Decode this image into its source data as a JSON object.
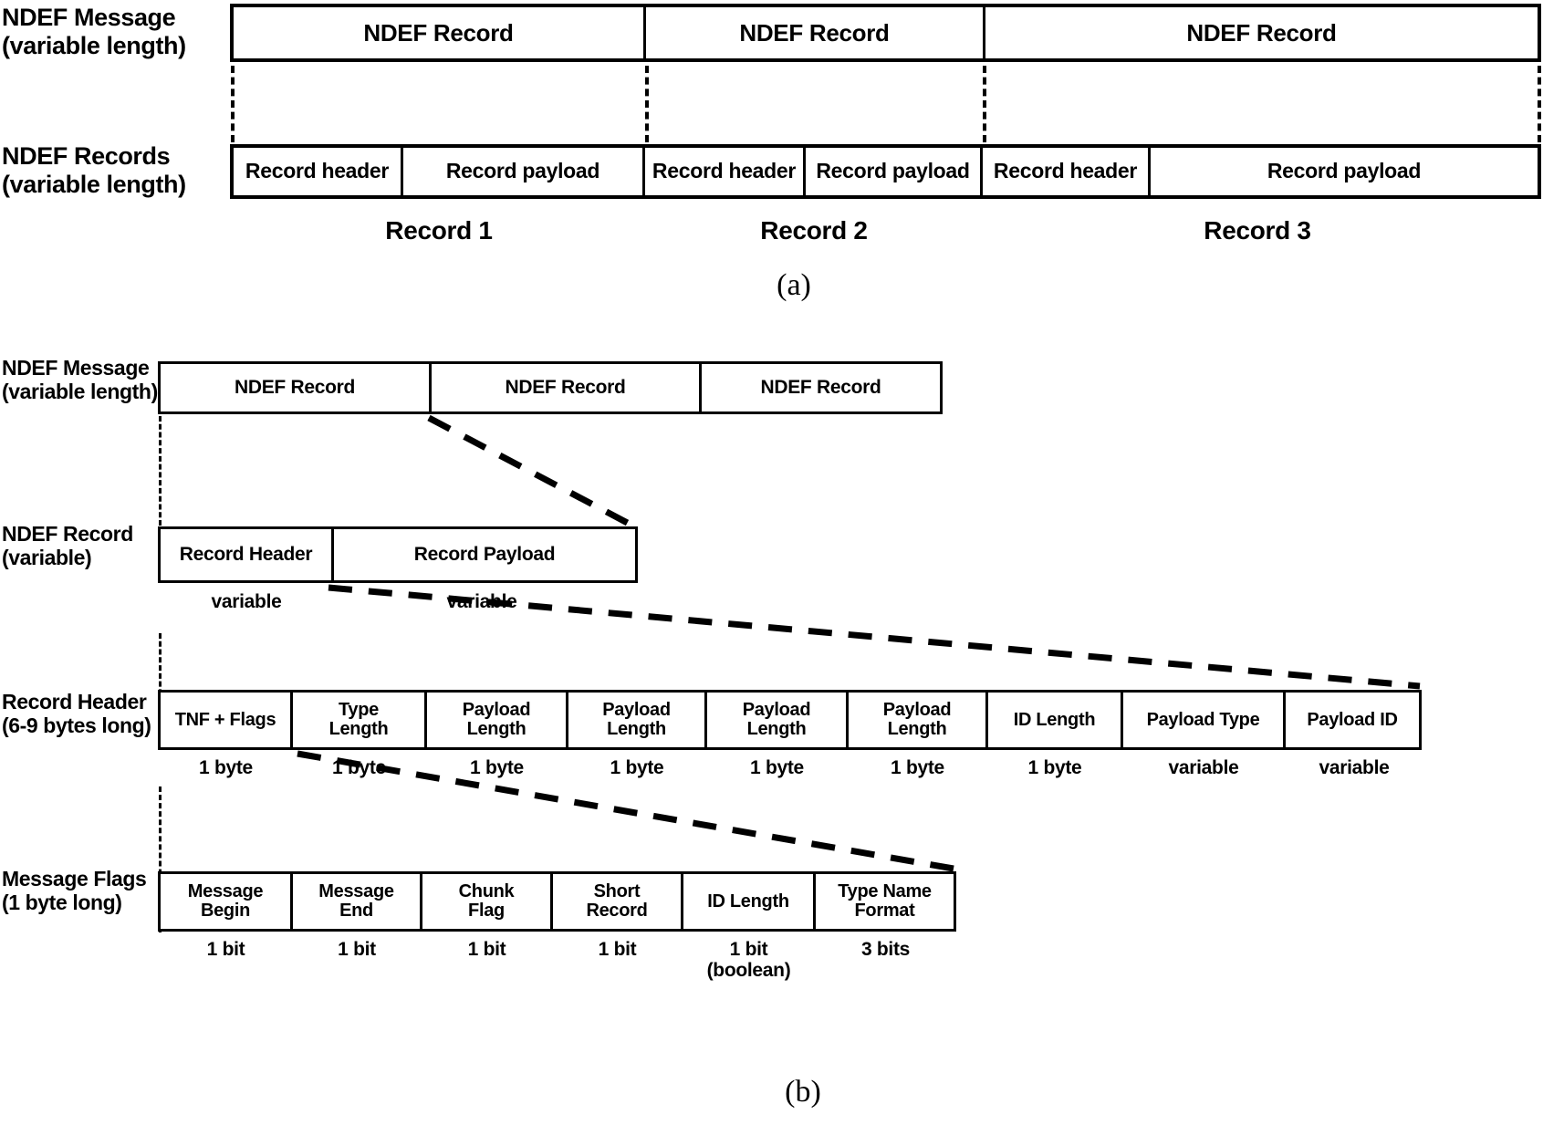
{
  "figure": {
    "panel_a_caption": "(a)",
    "panel_b_caption": "(b)"
  },
  "panel_a": {
    "row_labels": [
      {
        "line1": "NDEF Message",
        "line2": "(variable length)"
      },
      {
        "line1": "NDEF Records",
        "line2": "(variable length)"
      }
    ],
    "message_row": {
      "cells": [
        {
          "label": "NDEF Record"
        },
        {
          "label": "NDEF Record"
        },
        {
          "label": "NDEF Record"
        }
      ]
    },
    "records_row": {
      "cells": [
        {
          "label": "Record header"
        },
        {
          "label": "Record payload"
        },
        {
          "label": "Record header"
        },
        {
          "label": "Record payload"
        },
        {
          "label": "Record header"
        },
        {
          "label": "Record payload"
        }
      ]
    },
    "record_captions": [
      "Record 1",
      "Record 2",
      "Record 3"
    ]
  },
  "panel_b": {
    "rows": [
      {
        "label_line1": "NDEF Message",
        "label_line2": "(variable length)",
        "cells": [
          {
            "label": "NDEF Record"
          },
          {
            "label": "NDEF Record"
          },
          {
            "label": "NDEF Record"
          }
        ],
        "captions": []
      },
      {
        "label_line1": "NDEF Record",
        "label_line2": "(variable)",
        "cells": [
          {
            "label": "Record Header"
          },
          {
            "label": "Record Payload"
          }
        ],
        "captions": [
          "variable",
          "variable"
        ]
      },
      {
        "label_line1": "Record Header",
        "label_line2": "(6-9 bytes long)",
        "cells": [
          {
            "label": "TNF + Flags"
          },
          {
            "label_line1": "Type",
            "label_line2": "Length"
          },
          {
            "label_line1": "Payload",
            "label_line2": "Length"
          },
          {
            "label_line1": "Payload",
            "label_line2": "Length"
          },
          {
            "label_line1": "Payload",
            "label_line2": "Length"
          },
          {
            "label_line1": "Payload",
            "label_line2": "Length"
          },
          {
            "label": "ID Length"
          },
          {
            "label": "Payload Type"
          },
          {
            "label": "Payload ID"
          }
        ],
        "captions": [
          "1 byte",
          "1 byte",
          "1 byte",
          "1 byte",
          "1 byte",
          "1 byte",
          "1 byte",
          "variable",
          "variable"
        ]
      },
      {
        "label_line1": "Message Flags",
        "label_line2": "(1 byte long)",
        "cells": [
          {
            "label_line1": "Message",
            "label_line2": "Begin"
          },
          {
            "label_line1": "Message",
            "label_line2": "End"
          },
          {
            "label_line1": "Chunk",
            "label_line2": "Flag"
          },
          {
            "label_line1": "Short",
            "label_line2": "Record"
          },
          {
            "label": "ID Length"
          },
          {
            "label_line1": "Type Name",
            "label_line2": "Format"
          }
        ],
        "captions": [
          {
            "line1": "1 bit",
            "line2": ""
          },
          {
            "line1": "1 bit",
            "line2": ""
          },
          {
            "line1": "1 bit",
            "line2": ""
          },
          {
            "line1": "1 bit",
            "line2": ""
          },
          {
            "line1": "1 bit",
            "line2": "(boolean)"
          },
          {
            "line1": "3 bits",
            "line2": ""
          }
        ]
      }
    ]
  },
  "colors": {
    "ink": "#000000",
    "paper": "#ffffff"
  }
}
